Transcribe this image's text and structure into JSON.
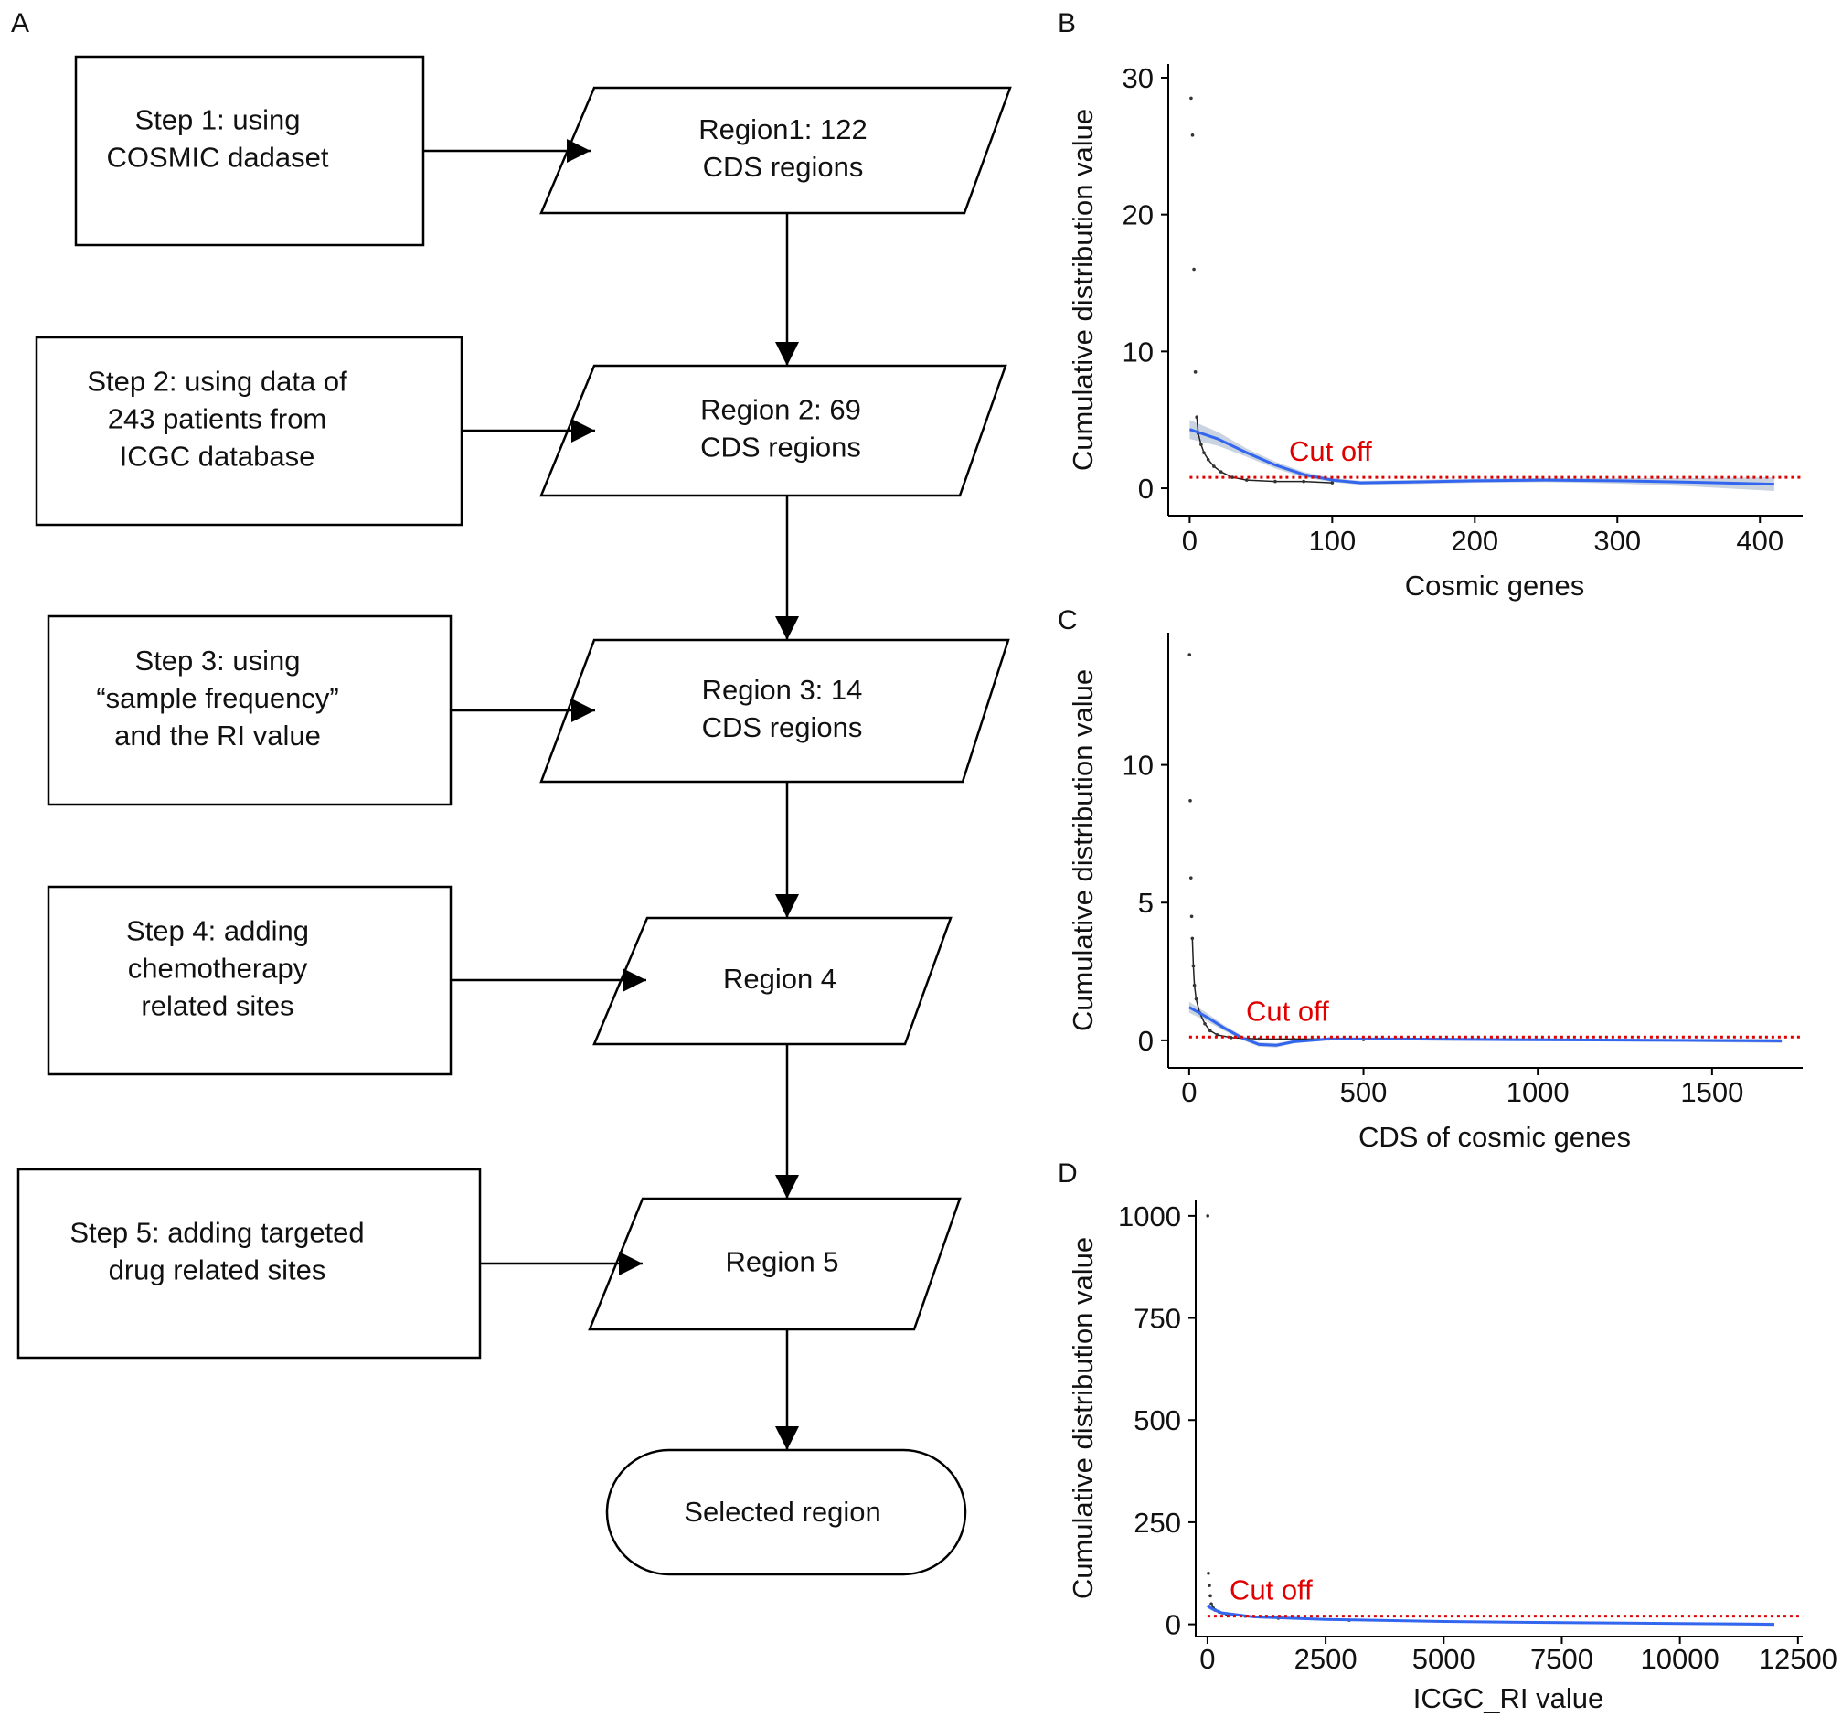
{
  "panels": {
    "a": "A",
    "b": "B",
    "c": "C",
    "d": "D"
  },
  "flowchart": {
    "steps": [
      [
        "Step 1: using",
        "COSMIC dadaset"
      ],
      [
        "Step 2: using data of",
        "243 patients from",
        "ICGC database"
      ],
      [
        "Step 3: using",
        "“sample frequency”",
        "and the RI value"
      ],
      [
        "Step 4: adding",
        "chemotherapy",
        "related sites"
      ],
      [
        "Step 5: adding targeted",
        "drug related sites"
      ]
    ],
    "regions": [
      [
        "Region1: 122",
        "CDS regions"
      ],
      [
        "Region 2: 69",
        "CDS regions"
      ],
      [
        "Region 3: 14",
        "CDS regions"
      ],
      [
        "Region 4"
      ],
      [
        "Region 5"
      ]
    ],
    "terminal": "Selected region"
  },
  "colors": {
    "smooth_line": "#3366ee",
    "confidence_band": "#b8c4d6",
    "cutoff_line": "#e00000",
    "points": "#333333"
  },
  "chart_data": [
    {
      "type": "scatter",
      "panel": "B",
      "xlabel": "Cosmic genes",
      "ylabel": "Cumulative distribution value",
      "xlim": [
        -15,
        430
      ],
      "ylim": [
        -2,
        31
      ],
      "xticks": [
        0,
        100,
        200,
        300,
        400
      ],
      "yticks": [
        0,
        10,
        20,
        30
      ],
      "annotation": "Cut off",
      "cutoff": 0.8,
      "points": [
        [
          1,
          28.5
        ],
        [
          2,
          25.8
        ],
        [
          3,
          16
        ],
        [
          4,
          8.5
        ],
        [
          5,
          5.2
        ],
        [
          6,
          4.0
        ],
        [
          8,
          3.2
        ],
        [
          10,
          2.6
        ],
        [
          13,
          2.1
        ],
        [
          17,
          1.6
        ],
        [
          22,
          1.2
        ],
        [
          30,
          0.8
        ],
        [
          40,
          0.6
        ],
        [
          60,
          0.5
        ],
        [
          80,
          0.5
        ],
        [
          100,
          0.4
        ]
      ],
      "smooth": [
        [
          0,
          4.3
        ],
        [
          20,
          3.6
        ],
        [
          40,
          2.6
        ],
        [
          60,
          1.7
        ],
        [
          80,
          1.0
        ],
        [
          100,
          0.6
        ],
        [
          120,
          0.4
        ],
        [
          150,
          0.45
        ],
        [
          200,
          0.55
        ],
        [
          250,
          0.6
        ],
        [
          300,
          0.55
        ],
        [
          350,
          0.45
        ],
        [
          410,
          0.3
        ]
      ],
      "band": [
        0.7,
        0.5,
        0.3,
        0.25,
        0.2,
        0.15,
        0.15,
        0.15,
        0.15,
        0.15,
        0.2,
        0.3,
        0.5
      ]
    },
    {
      "type": "scatter",
      "panel": "C",
      "xlabel": "CDS of cosmic genes",
      "ylabel": "Cumulative distribution value",
      "xlim": [
        -60,
        1760
      ],
      "ylim": [
        -1,
        14.8
      ],
      "xticks": [
        0,
        500,
        1000,
        1500
      ],
      "yticks": [
        0,
        5,
        10
      ],
      "annotation": "Cut off",
      "cutoff": 0.12,
      "points": [
        [
          1,
          14
        ],
        [
          3,
          8.7
        ],
        [
          5,
          5.9
        ],
        [
          7,
          4.5
        ],
        [
          9,
          3.7
        ],
        [
          12,
          2.7
        ],
        [
          15,
          2.0
        ],
        [
          20,
          1.5
        ],
        [
          30,
          1.0
        ],
        [
          45,
          0.6
        ],
        [
          60,
          0.35
        ],
        [
          80,
          0.2
        ],
        [
          120,
          0.1
        ],
        [
          200,
          0.05
        ],
        [
          300,
          0.05
        ],
        [
          400,
          0.05
        ],
        [
          500,
          0.03
        ]
      ],
      "smooth": [
        [
          0,
          1.2
        ],
        [
          50,
          0.85
        ],
        [
          100,
          0.45
        ],
        [
          150,
          0.1
        ],
        [
          200,
          -0.15
        ],
        [
          250,
          -0.18
        ],
        [
          300,
          -0.05
        ],
        [
          400,
          0.05
        ],
        [
          600,
          0.05
        ],
        [
          1000,
          0.02
        ],
        [
          1400,
          0.0
        ],
        [
          1700,
          -0.02
        ]
      ],
      "band": [
        0.2,
        0.15,
        0.1,
        0.08,
        0.08,
        0.08,
        0.06,
        0.05,
        0.05,
        0.05,
        0.05,
        0.08
      ]
    },
    {
      "type": "scatter",
      "panel": "D",
      "xlabel": "ICGC_RI value",
      "ylabel": "Cumulative distribution value",
      "xlim": [
        -250,
        12600
      ],
      "ylim": [
        -30,
        1040
      ],
      "xticks": [
        0,
        2500,
        5000,
        7500,
        10000,
        12500
      ],
      "yticks": [
        0,
        250,
        500,
        750,
        1000
      ],
      "annotation": "Cut off",
      "cutoff": 20,
      "points": [
        [
          5,
          1000
        ],
        [
          20,
          125
        ],
        [
          40,
          95
        ],
        [
          60,
          70
        ],
        [
          80,
          50
        ],
        [
          120,
          40
        ],
        [
          160,
          35
        ],
        [
          250,
          30
        ],
        [
          400,
          25
        ],
        [
          800,
          20
        ],
        [
          1500,
          15
        ],
        [
          3000,
          10
        ]
      ],
      "smooth": [
        [
          0,
          45
        ],
        [
          100,
          38
        ],
        [
          300,
          28
        ],
        [
          1000,
          18
        ],
        [
          2500,
          12
        ],
        [
          5000,
          7
        ],
        [
          7500,
          4
        ],
        [
          10000,
          2
        ],
        [
          12000,
          0
        ]
      ],
      "band": [
        6,
        5,
        4,
        3,
        2,
        2,
        2,
        3,
        4
      ]
    }
  ]
}
